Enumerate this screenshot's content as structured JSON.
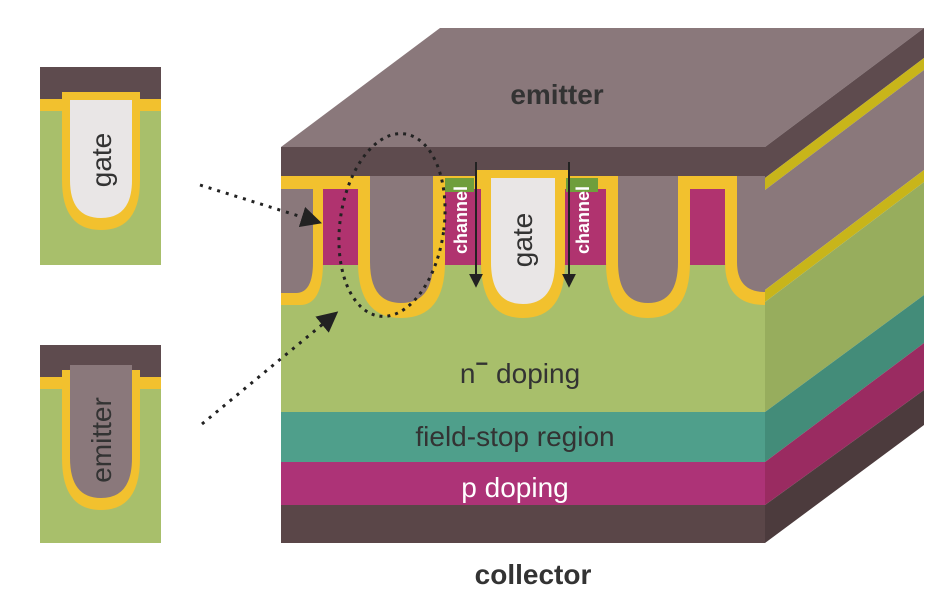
{
  "labels": {
    "emitter_top": "emitter",
    "collector": "collector",
    "n_doping_base": "n",
    "n_doping_sup": "−",
    "n_doping_rest": " doping",
    "field_stop": "field-stop region",
    "p_doping": "p doping",
    "gate_center": "gate",
    "channel_left": "channel",
    "channel_right": "channel",
    "inset_gate": "gate",
    "inset_emitter": "emitter"
  },
  "colors": {
    "emitter_metal": "#8c7b7d",
    "emitter_dark": "#5e4b4e",
    "emitter_top_face": "#8a787b",
    "n_drift": "#a8bf6b",
    "n_drift_side": "#97ad5d",
    "p_body": "#b0336f",
    "p_body_side": "#9a2b61",
    "field_stop": "#4f9f8b",
    "field_stop_side": "#438c79",
    "p_collector": "#ad3377",
    "collector_metal": "#5a4648",
    "oxide": "#f2c12e",
    "gate_poly": "#e9e6e6",
    "n_plus": "#6f9e3c",
    "text_white": "#ffffff",
    "text_dark": "#333333"
  }
}
